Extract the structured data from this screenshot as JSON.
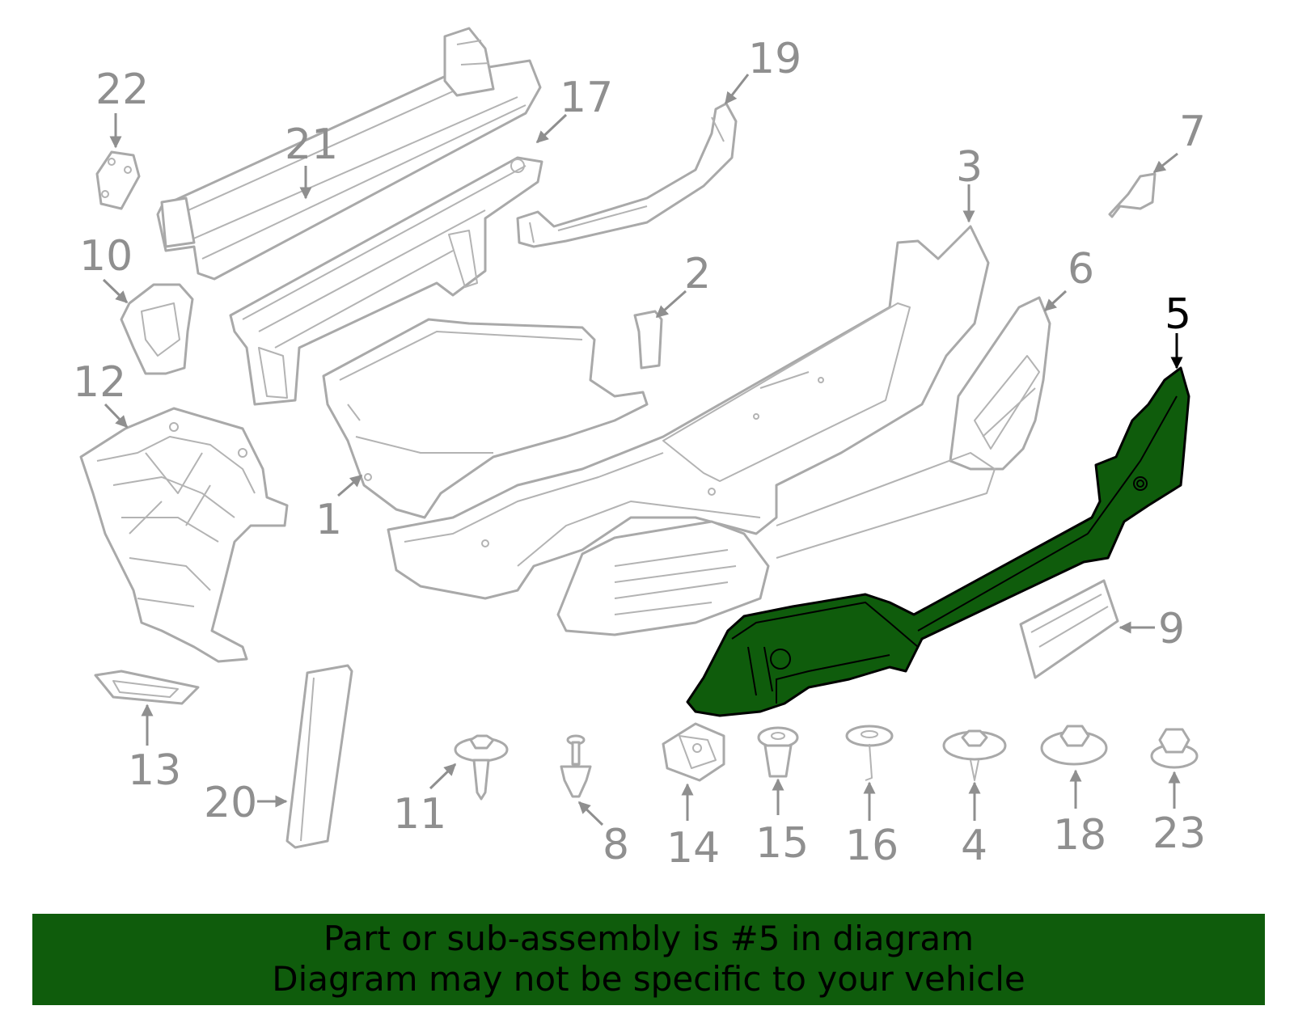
{
  "diagram": {
    "highlight_color": "#0f5c0c",
    "line_color": "#a9a9a9",
    "label_color": "#8f8f8f",
    "highlighted_part": "5",
    "callouts": {
      "c1": "1",
      "c2": "2",
      "c3": "3",
      "c4": "4",
      "c5": "5",
      "c6": "6",
      "c7": "7",
      "c8": "8",
      "c9": "9",
      "c10": "10",
      "c11": "11",
      "c12": "12",
      "c13": "13",
      "c14": "14",
      "c15": "15",
      "c16": "16",
      "c17": "17",
      "c18": "18",
      "c19": "19",
      "c20": "20",
      "c21": "21",
      "c22": "22",
      "c23": "23"
    }
  },
  "footer": {
    "line1": "Part or sub-assembly is #5 in diagram",
    "line2": "Diagram may not be specific to your vehicle"
  }
}
